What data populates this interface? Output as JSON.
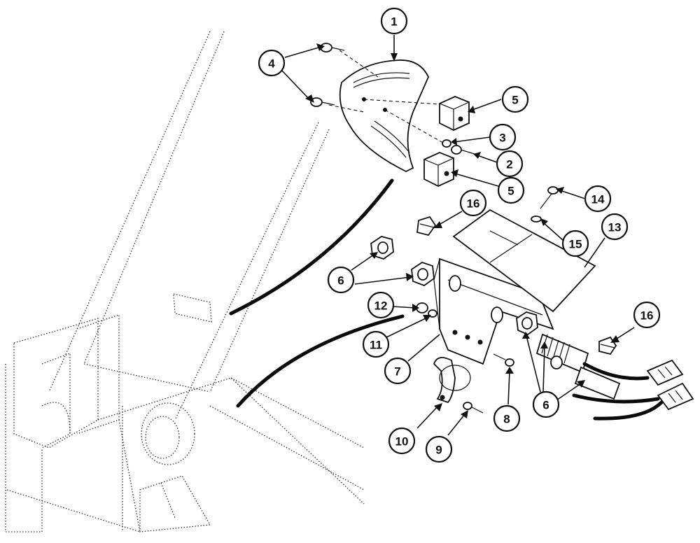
{
  "callouts": [
    {
      "label": "1"
    },
    {
      "label": "2"
    },
    {
      "label": "3"
    },
    {
      "label": "4"
    },
    {
      "label": "5"
    },
    {
      "label": "5"
    },
    {
      "label": "6"
    },
    {
      "label": "6"
    },
    {
      "label": "7"
    },
    {
      "label": "8"
    },
    {
      "label": "9"
    },
    {
      "label": "10"
    },
    {
      "label": "11"
    },
    {
      "label": "12"
    },
    {
      "label": "13"
    },
    {
      "label": "14"
    },
    {
      "label": "15"
    },
    {
      "label": "16"
    },
    {
      "label": "16"
    }
  ]
}
